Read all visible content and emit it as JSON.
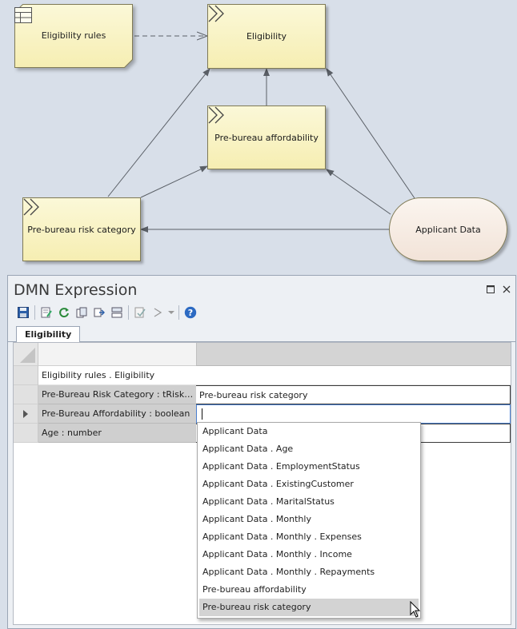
{
  "diagram": {
    "nodes": {
      "eligibility_rules": "Eligibility rules",
      "eligibility": "Eligibility",
      "pre_bureau_affordability": "Pre-bureau affordability",
      "pre_bureau_risk_category": "Pre-bureau risk category",
      "applicant_data": "Applicant Data"
    },
    "icons": {
      "decision": "decision-chevron-icon",
      "knowledge_source": "decision-table-icon"
    }
  },
  "panel": {
    "title": "DMN Expression",
    "toolbar_icons": [
      "save-icon",
      "edit-icon",
      "refresh-icon",
      "copy-icon",
      "export-icon",
      "import-icon",
      "validate-icon",
      "run-icon",
      "dropdown-arrow-icon",
      "help-icon"
    ],
    "tab": "Eligibility",
    "table": {
      "title_row": "Eligibility rules . Eligibility",
      "rows": [
        {
          "name": "Pre-Bureau Risk Category : tRiskC...",
          "value": "Pre-bureau risk category"
        },
        {
          "name": "Pre-Bureau Affordability : boolean",
          "value": ""
        },
        {
          "name": "Age : number",
          "value": ""
        }
      ]
    },
    "dropdown": {
      "items": [
        "Applicant Data",
        "Applicant Data . Age",
        "Applicant Data . EmploymentStatus",
        "Applicant Data . ExistingCustomer",
        "Applicant Data . MaritalStatus",
        "Applicant Data . Monthly",
        "Applicant Data . Monthly . Expenses",
        "Applicant Data . Monthly . Income",
        "Applicant Data . Monthly . Repayments",
        "Pre-bureau affordability",
        "Pre-bureau risk category"
      ],
      "selected_index": 10
    }
  },
  "colors": {
    "decision_fill": "#f6eeb2",
    "input_fill": "#f2e3d8",
    "focus_border": "#4a7fcf",
    "background": "#d8dfe9"
  }
}
